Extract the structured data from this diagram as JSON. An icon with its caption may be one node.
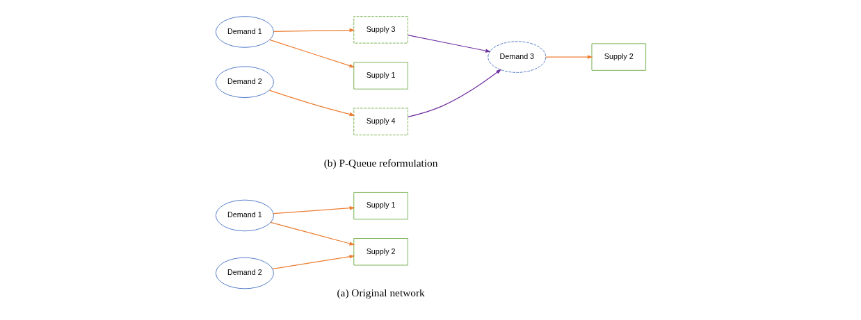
{
  "diagram": {
    "nodes": [
      {
        "text": [
          "Demand 1"
        ]
      },
      {
        "text": [
          "Demand 2"
        ]
      },
      {
        "text": [
          "Supply 1"
        ]
      },
      {
        "text": [
          "Supply 2"
        ]
      },
      {
        "text": [
          "Demand 1"
        ]
      },
      {
        "text": [
          "Demand 2"
        ]
      },
      {
        "text": [
          "Supply 1"
        ]
      },
      {
        "text": [
          "Supply 3"
        ]
      },
      {
        "text": [
          "Supply 4"
        ]
      },
      {
        "text": [
          "Demand 3"
        ]
      },
      {
        "text": [
          "Supply 2"
        ]
      }
    ],
    "edges": [
      {
        "from": 0,
        "to": 2,
        "arrow": "to"
      },
      {
        "from": 0,
        "to": 3,
        "arrow": "to"
      },
      {
        "from": 1,
        "to": 3,
        "arrow": "to"
      },
      {
        "from": 4,
        "to": 6,
        "arrow": "to"
      },
      {
        "from": 4,
        "to": 7,
        "arrow": "to"
      },
      {
        "from": 5,
        "to": 8,
        "arrow": "to"
      },
      {
        "from": 7,
        "to": 9,
        "arrow": "to",
        "color": "#7030a0"
      },
      {
        "from": 8,
        "to": 9,
        "arrow": "to",
        "color": "#7030a0"
      },
      {
        "from": 9,
        "to": 10,
        "arrow": "to"
      }
    ],
    "labels": [
      "(a) Original network",
      "(b) P-Queue reformulation"
    ]
  }
}
